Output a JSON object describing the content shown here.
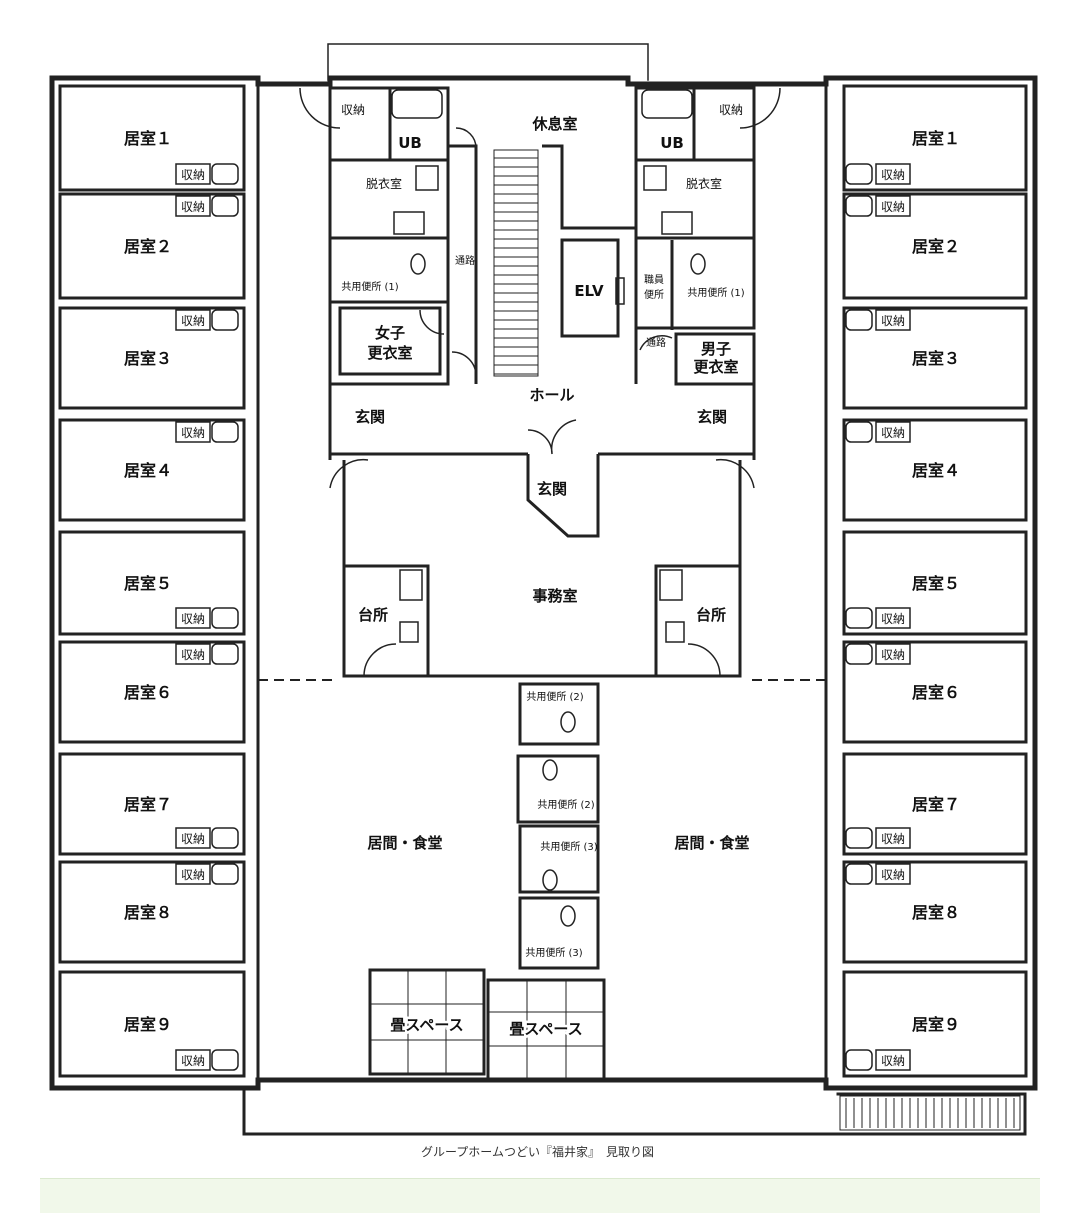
{
  "caption": "グループホームつどい『福井家』　見取り図",
  "left_rooms": [
    "居室１",
    "居室２",
    "居室３",
    "居室４",
    "居室５",
    "居室６",
    "居室７",
    "居室８",
    "居室９"
  ],
  "right_rooms": [
    "居室１",
    "居室２",
    "居室３",
    "居室４",
    "居室５",
    "居室６",
    "居室７",
    "居室８",
    "居室９"
  ],
  "storage": "収納",
  "labels": {
    "rest_room": "休息室",
    "ub": "UB",
    "dressing": "脱衣室",
    "corridor": "通路",
    "toilet_1": "共用便所 (1)",
    "toilet_2": "共用便所 (2)",
    "toilet_3": "共用便所 (3)",
    "elv": "ELV",
    "staff_toilet_1": "職員",
    "staff_toilet_2": "便所",
    "female_locker_1": "女子",
    "female_locker_2": "更衣室",
    "male_locker_1": "男子",
    "male_locker_2": "更衣室",
    "entrance": "玄関",
    "hall": "ホール",
    "office": "事務室",
    "kitchen": "台所",
    "living_dining": "居間・食堂",
    "tatami": "畳スペース"
  },
  "colors": {
    "wall": "#222222",
    "background": "#ffffff",
    "footer": "#f1f8ea"
  }
}
